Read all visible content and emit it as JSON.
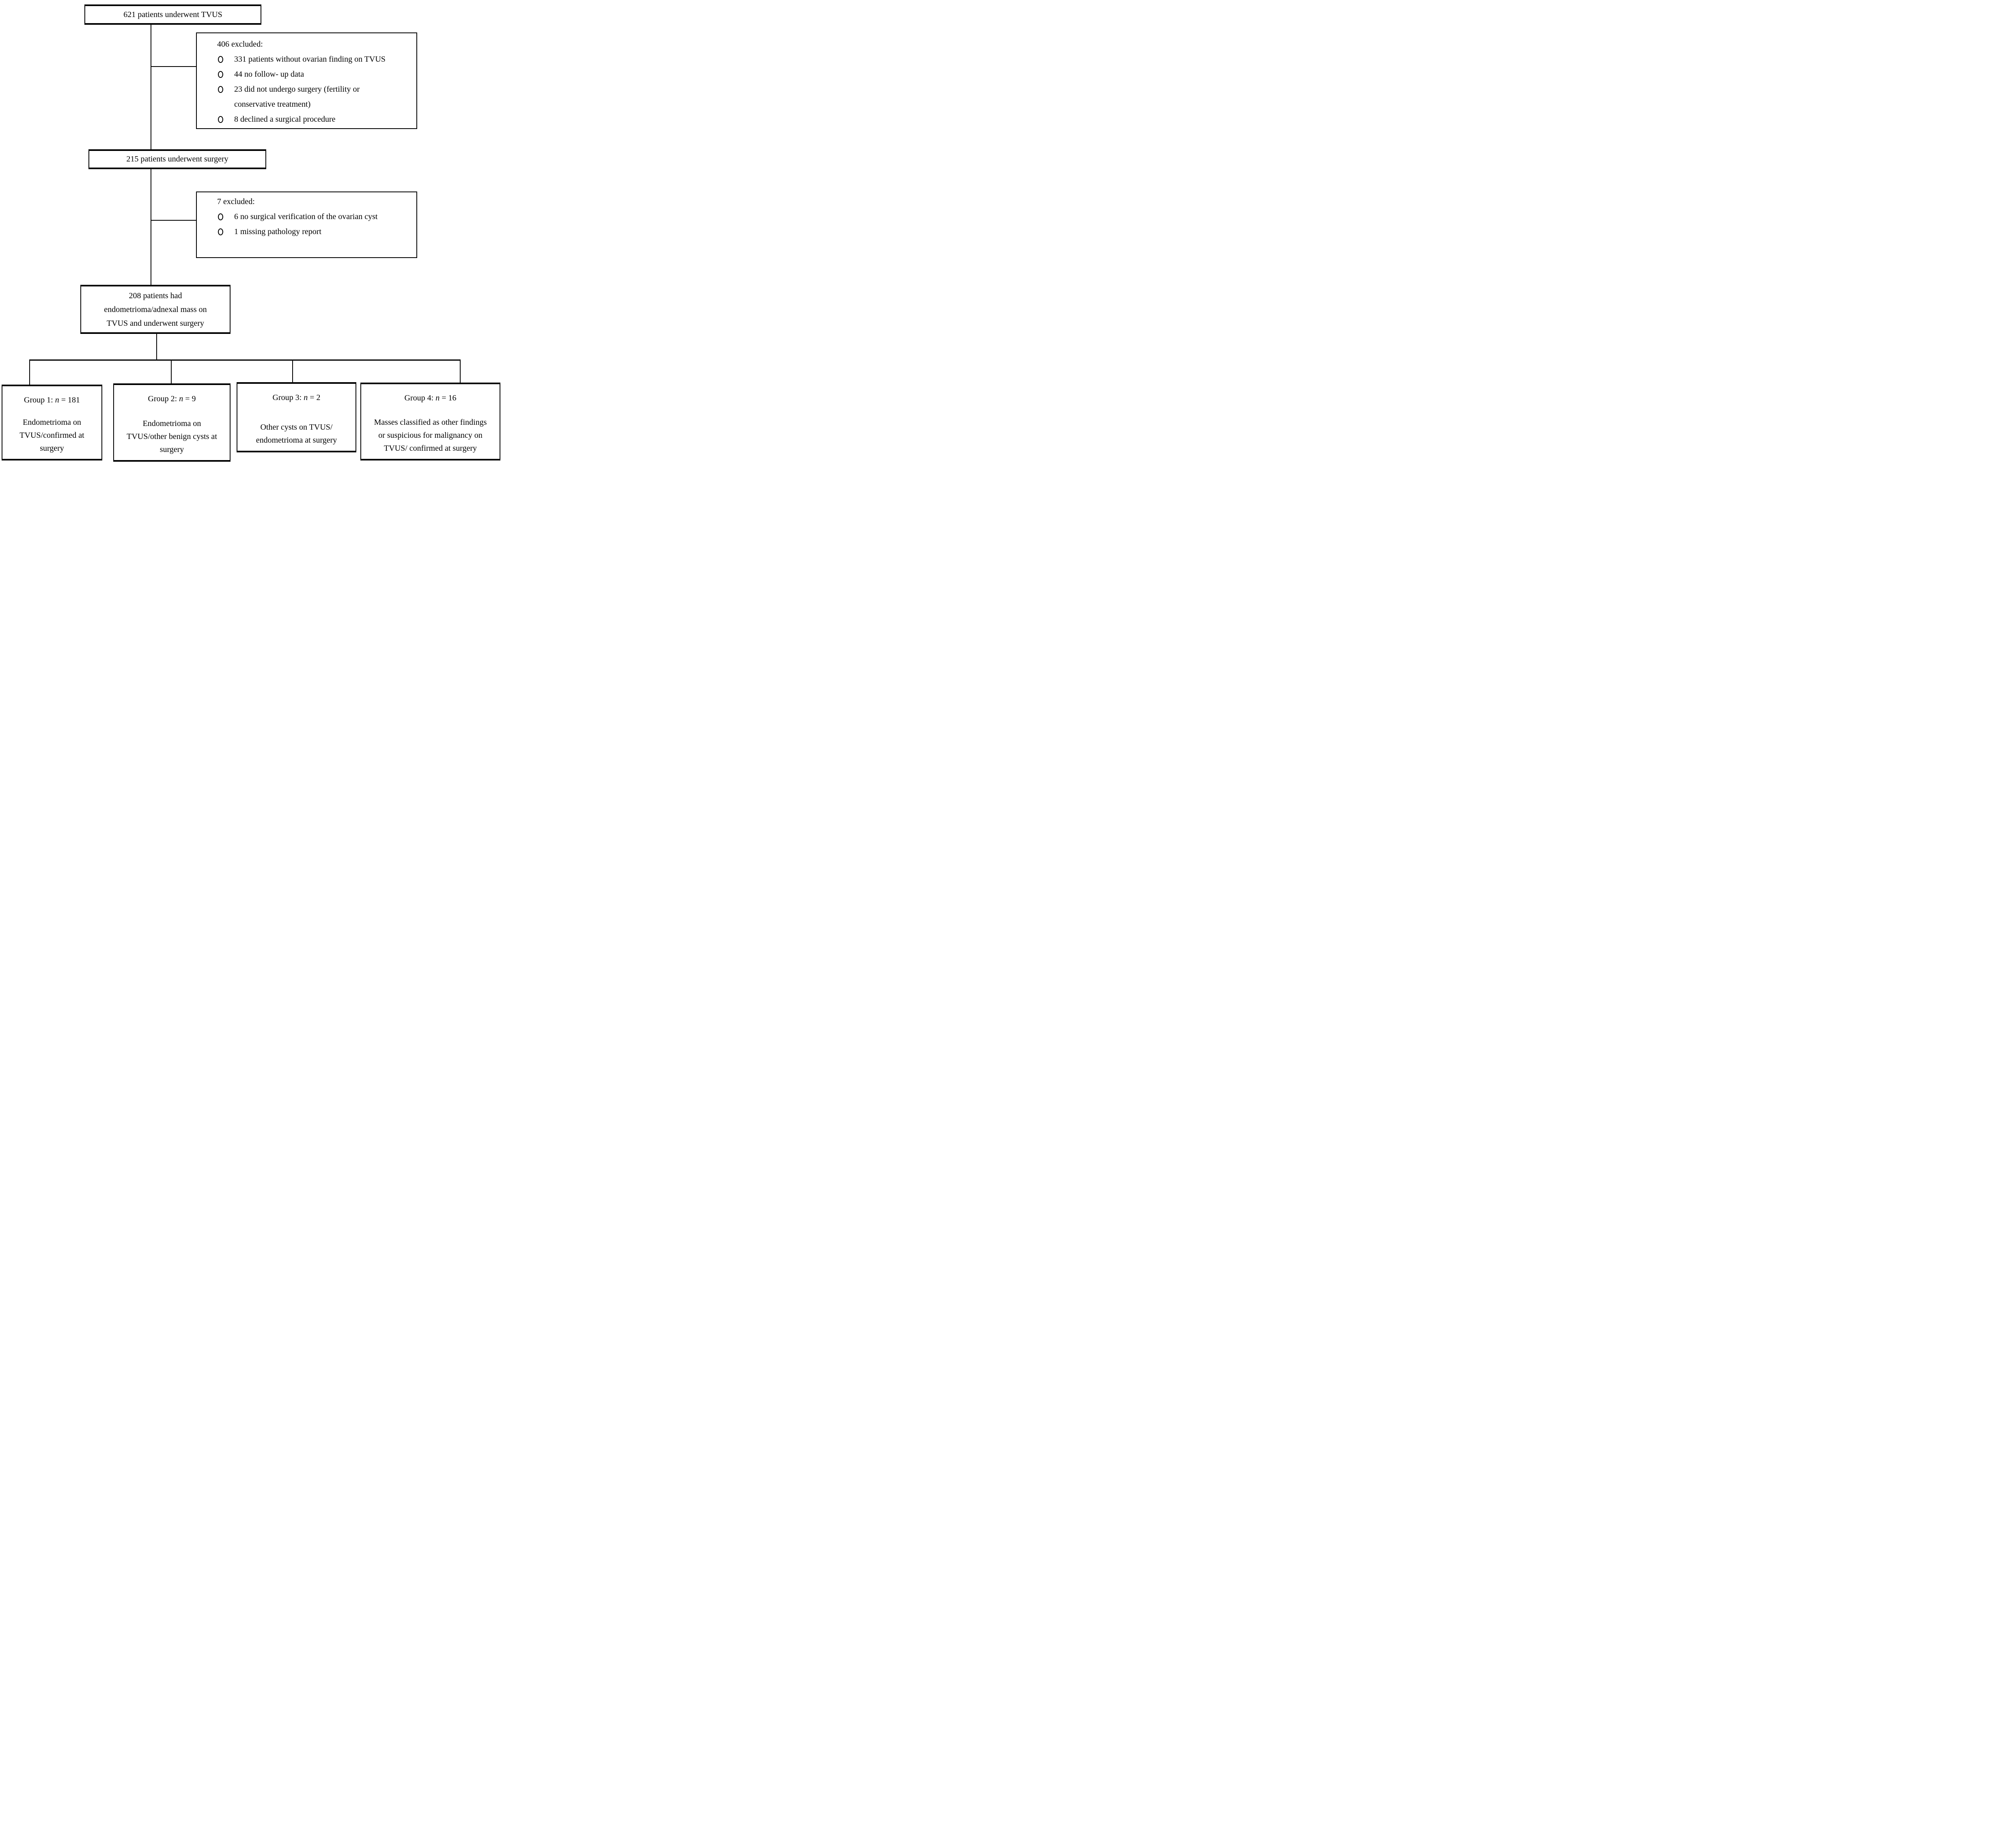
{
  "flowchart": {
    "box_tvus": {
      "label": "621 patients underwent TVUS"
    },
    "excluded_1": {
      "heading": "406 excluded:",
      "items": [
        {
          "line1": "331 patients without ovarian finding on TVUS"
        },
        {
          "line1": "44 no follow- up data"
        },
        {
          "line1": "23 did not undergo surgery (fertility or",
          "line2": "conservative treatment)"
        },
        {
          "line1": "8 declined a surgical procedure"
        }
      ]
    },
    "box_surgery": {
      "label": "215 patients underwent surgery"
    },
    "excluded_2": {
      "heading": "7 excluded:",
      "items": [
        {
          "line1": "6 no surgical verification of the ovarian cyst"
        },
        {
          "line1": "1 missing pathology report"
        }
      ]
    },
    "box_final": {
      "lines": [
        "208 patients had",
        "endometrioma/adnexal mass on",
        "TVUS and underwent surgery"
      ]
    },
    "groups": [
      {
        "title_prefix": "Group 1: ",
        "n_symbol": "n",
        "title_suffix": " = 181",
        "lines": [
          "Endometrioma on",
          "TVUS/confirmed at",
          "surgery"
        ]
      },
      {
        "title_prefix": "Group 2: ",
        "n_symbol": "n",
        "title_suffix": " = 9",
        "lines": [
          "Endometrioma on",
          "TVUS/other benign cysts at",
          "surgery"
        ]
      },
      {
        "title_prefix": "Group 3: ",
        "n_symbol": "n",
        "title_suffix": " = 2",
        "lines": [
          "Other cysts on TVUS/",
          "endometrioma at surgery"
        ]
      },
      {
        "title_prefix": "Group 4: ",
        "n_symbol": "n",
        "title_suffix": " = 16",
        "lines": [
          "Masses classified as other findings",
          "or suspicious for malignancy on",
          "TVUS/ confirmed at surgery"
        ]
      }
    ]
  }
}
